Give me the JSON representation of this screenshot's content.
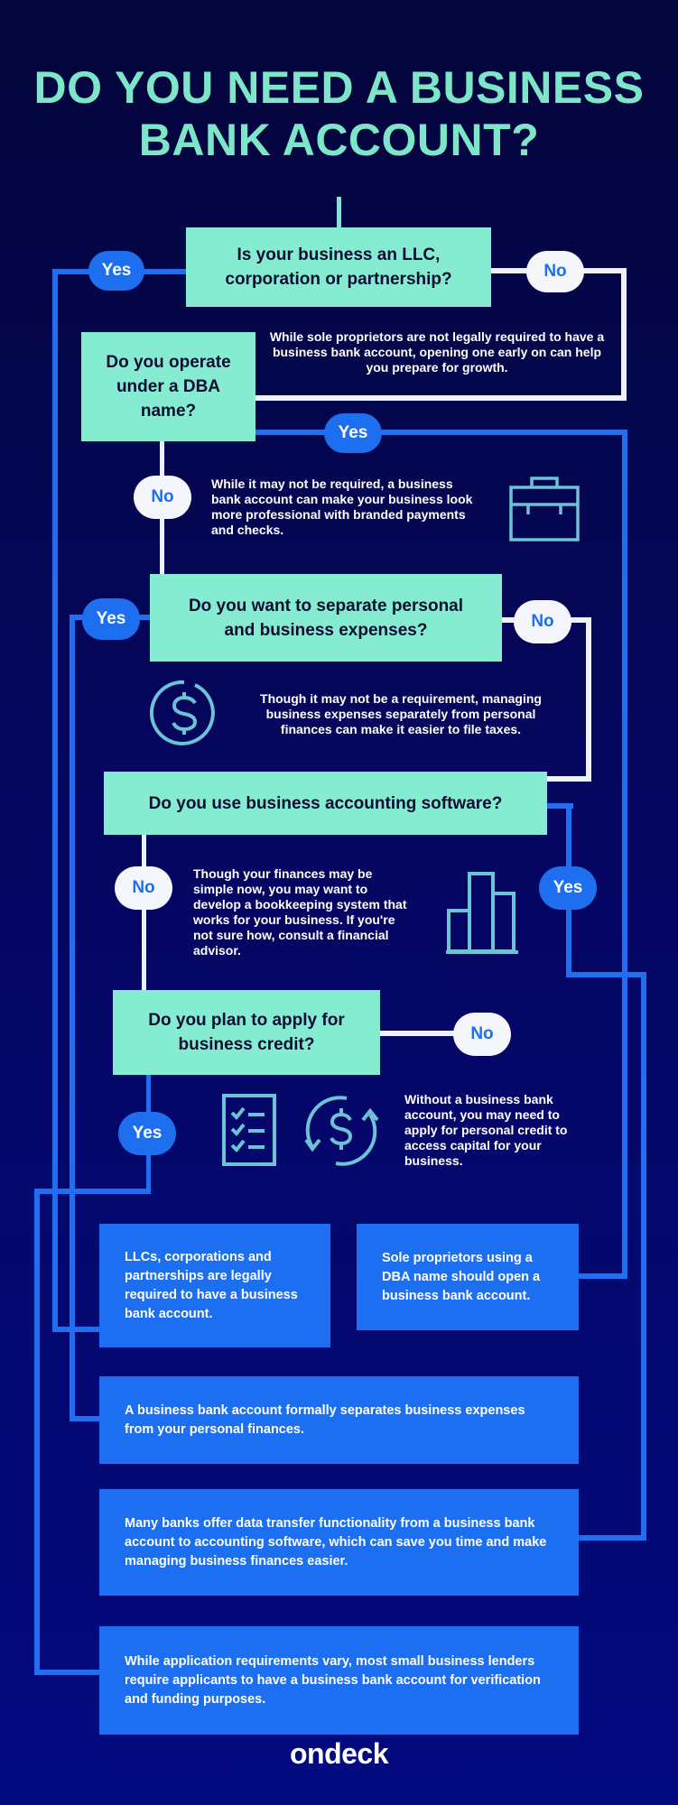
{
  "title": "DO YOU NEED A BUSINESS BANK ACCOUNT?",
  "colors": {
    "background": "#050660",
    "question_box": "#86ecd1",
    "yes_pill": "#1d6ff0",
    "no_pill": "#f4f6fc",
    "answer_box": "#1c6ff0",
    "icon_stroke": "#6cc3d6",
    "title": "#7ee6c8"
  },
  "questions": [
    {
      "text": "Is your business an LLC, corporation or partnership?",
      "yes": "Yes",
      "no": "No"
    },
    {
      "text": "Do you operate under a DBA name?",
      "yes": "Yes",
      "no": "No"
    },
    {
      "text": "Do you want to separate personal and business expenses?",
      "yes": "Yes",
      "no": "No"
    },
    {
      "text": "Do you use business accounting software?",
      "yes": "Yes",
      "no": "No"
    },
    {
      "text": "Do you plan to apply for business credit?",
      "yes": "Yes",
      "no": "No"
    }
  ],
  "notes": [
    {
      "text": "While sole proprietors are not legally required to have a business bank account, opening one early on can help you prepare for growth."
    },
    {
      "text": "While it may not be required, a business bank account can make your business look more professional with branded payments and checks.",
      "icon": "briefcase-icon"
    },
    {
      "text": "Though it may not be a requirement, managing business expenses separately from personal finances can make it easier to file taxes.",
      "icon": "dollar-circle-icon"
    },
    {
      "text": "Though your finances may be simple now, you may want to develop a bookkeeping system that works for your business. If you're not sure how, consult a financial advisor.",
      "icon": "bar-chart-icon"
    },
    {
      "text": "Without a business bank account, you may need to apply for personal credit to access capital for your business.",
      "icons": [
        "checklist-icon",
        "dollar-refresh-icon"
      ]
    }
  ],
  "answers": [
    {
      "text": "LLCs, corporations and partnerships are legally required to have a business bank account."
    },
    {
      "text": "Sole proprietors using a DBA name should open a business bank account."
    },
    {
      "text": "A business bank account formally separates business expenses from your personal finances."
    },
    {
      "text": "Many banks offer data transfer functionality from a business bank account to accounting software, which can save you time and make managing business finances easier."
    },
    {
      "text": "While application requirements vary, most small business lenders require applicants to have a business bank account for verification and funding purposes."
    }
  ],
  "footer": {
    "logo": "ondeck"
  }
}
